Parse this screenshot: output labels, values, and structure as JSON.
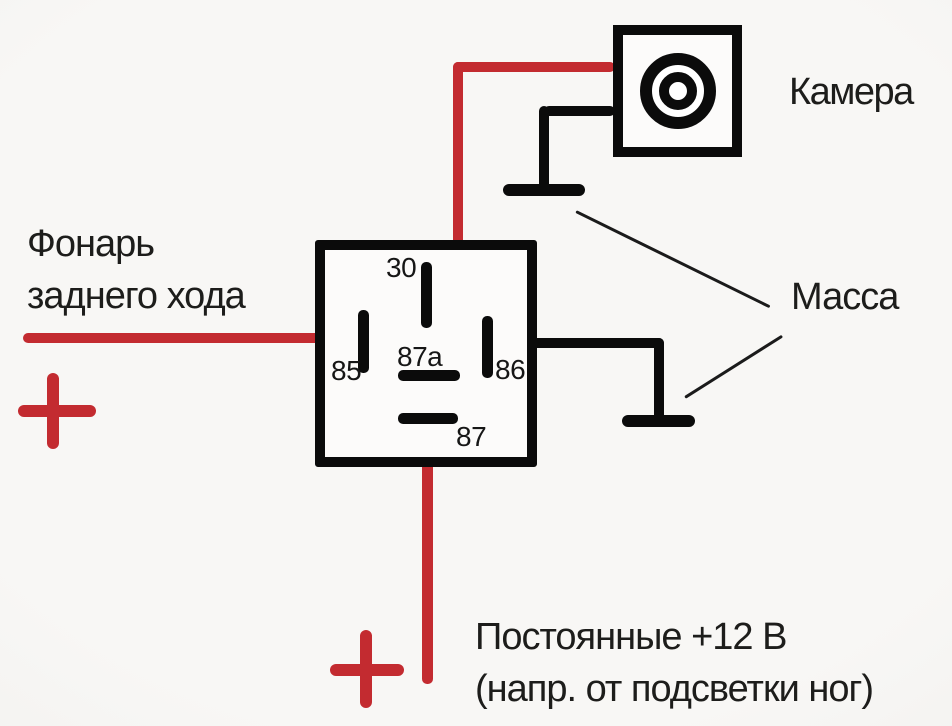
{
  "diagram_type": "automotive-relay-camera-wiring",
  "labels": {
    "camera": "Камера",
    "ground": "Масса",
    "reverse_light": {
      "line1": "Фонарь",
      "line2": "заднего хода"
    },
    "power": {
      "line1": "Постоянные +12 В",
      "line2": "(напр. от подсветки ног)"
    },
    "polarity_marker": "+"
  },
  "relay": {
    "pins": [
      {
        "id": "30",
        "label": "30"
      },
      {
        "id": "85",
        "label": "85"
      },
      {
        "id": "87a",
        "label": "87a"
      },
      {
        "id": "86",
        "label": "86"
      },
      {
        "id": "87",
        "label": "87"
      }
    ]
  },
  "colors": {
    "red": "#c32b30",
    "black": "#0b0b0b",
    "text": "#1d1d1b",
    "bg": "#f5f4f2"
  }
}
